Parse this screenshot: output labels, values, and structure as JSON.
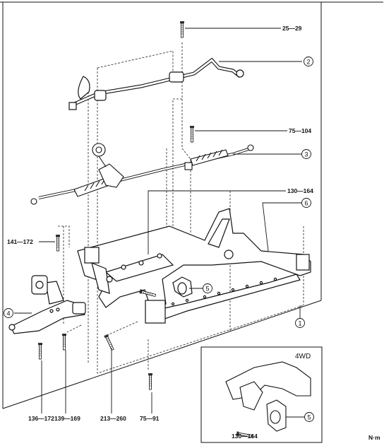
{
  "callouts": {
    "c1": "1",
    "c2": "2",
    "c3": "3",
    "c4": "4",
    "c5": "5",
    "c5_inset": "5",
    "c6": "6"
  },
  "torques": {
    "t_25_29": "25—29",
    "t_75_104": "75—104",
    "t_130_164_top": "130—164",
    "t_141_172": "141—172",
    "t_136_172": "136—172",
    "t_139_169": "139—169",
    "t_213_260": "213—260",
    "t_75_91": "75—91",
    "t_130_164_inset": "130—164"
  },
  "inset": {
    "title": "4WD"
  },
  "unit": "N·m"
}
